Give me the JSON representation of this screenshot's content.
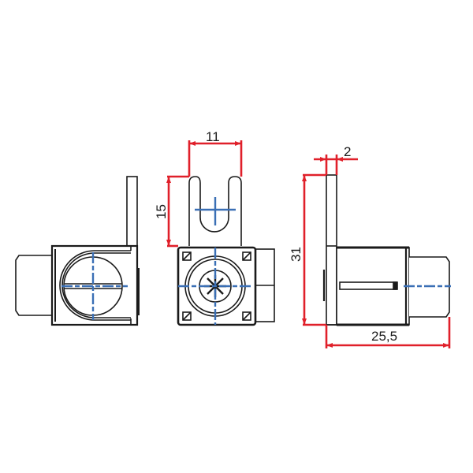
{
  "drawing": {
    "colors": {
      "outline": "#1a1a1a",
      "dimension": "#e0202a",
      "centerline": "#3a6fb5",
      "background": "#ffffff"
    },
    "views": [
      {
        "name": "side-view-left",
        "description": "Side view with slotted screw and mounting tab"
      },
      {
        "name": "front-view",
        "description": "Front view with U-slot tab and Pozidriv screw"
      },
      {
        "name": "side-view-right",
        "description": "Side profile view"
      }
    ],
    "dimensions": {
      "tab_width": "11",
      "tab_height": "15",
      "tab_thickness": "2",
      "overall_height": "31",
      "overall_length": "25,5"
    }
  }
}
